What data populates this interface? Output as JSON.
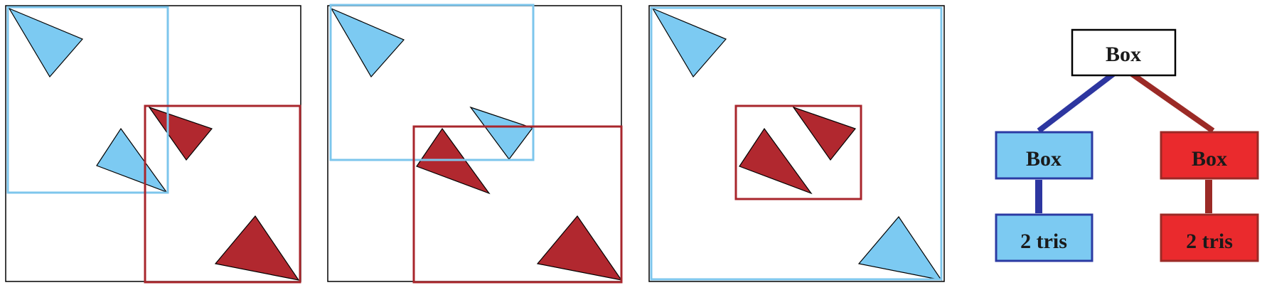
{
  "colors": {
    "blue_fill": "#7ccaf2",
    "blue_box": "#7dc6ec",
    "red_fill": "#b1282f",
    "red_box": "#a8262c",
    "red_node_fill": "#ea2a2d",
    "blue_node_border": "#2b3aa3",
    "blue_edge": "#2d36a0",
    "red_edge": "#9b2a26",
    "outline": "#000000",
    "text": "#1a1a1a"
  },
  "tree": {
    "root_label": "Box",
    "left_box_label": "Box",
    "right_box_label": "Box",
    "left_leaf_label": "2 tris",
    "right_leaf_label": "2 tris"
  }
}
